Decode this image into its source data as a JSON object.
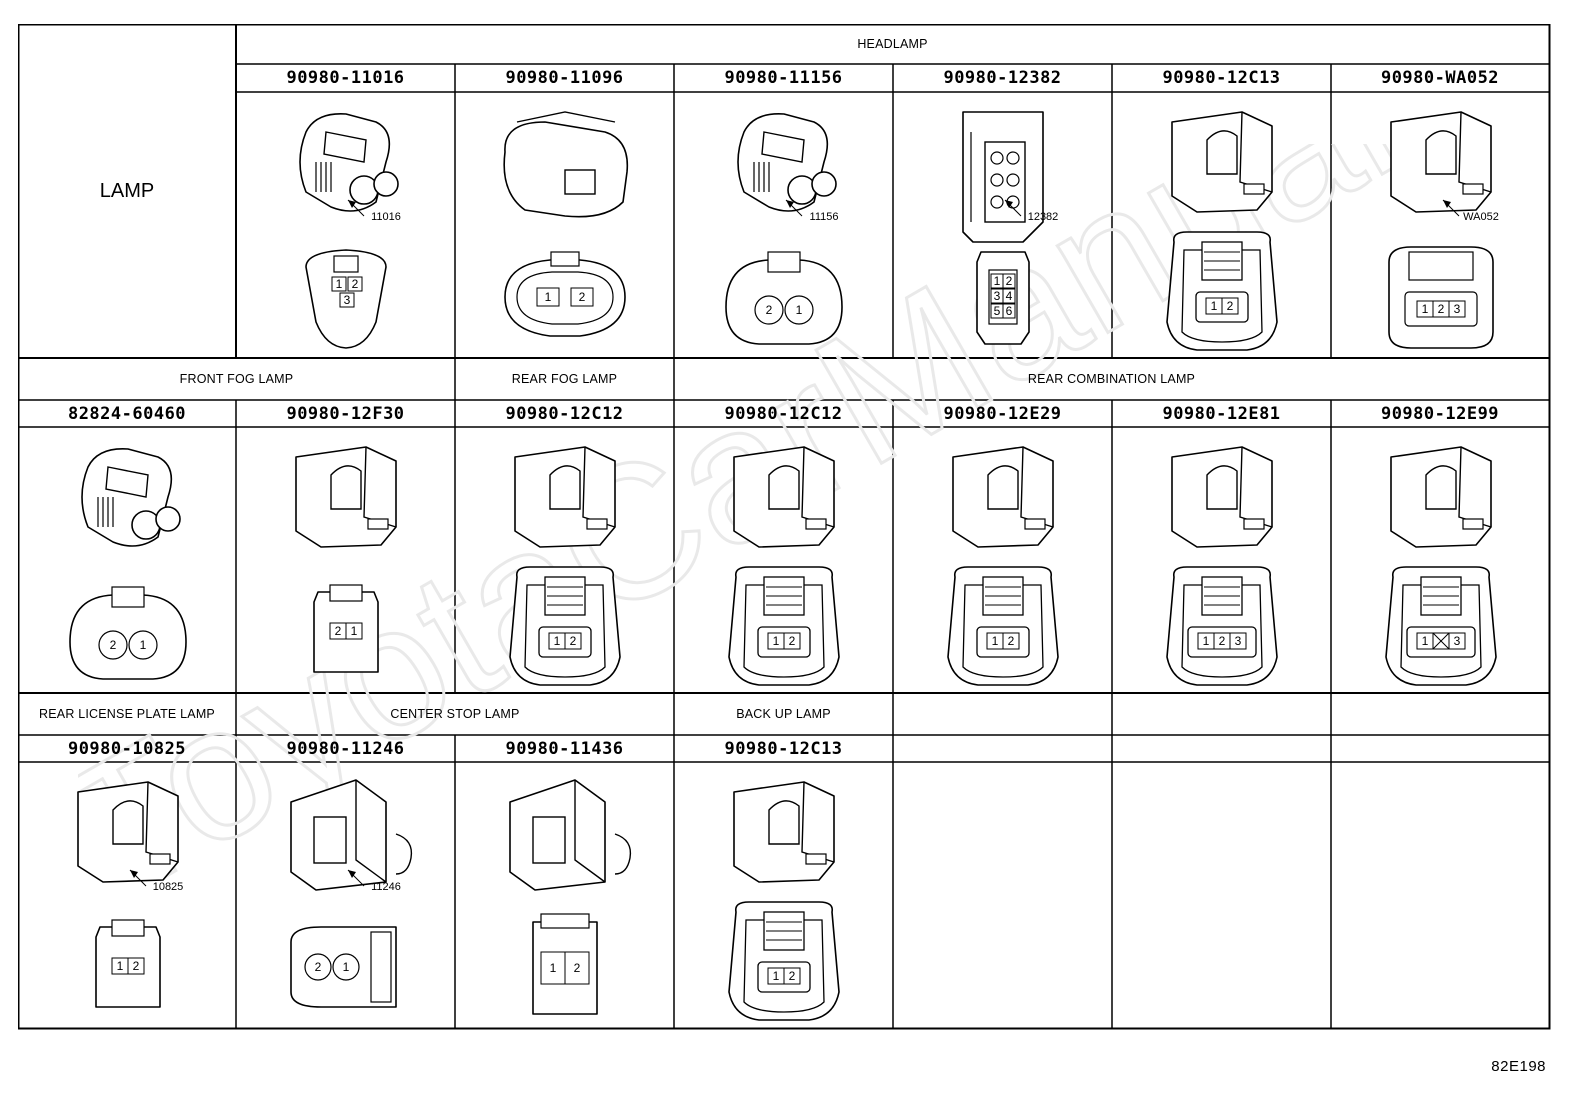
{
  "row_label": "LAMP",
  "sections": [
    {
      "id": "headlamp",
      "label": "HEADLAMP"
    },
    {
      "id": "front-fog",
      "label": "FRONT FOG LAMP"
    },
    {
      "id": "rear-fog",
      "label": "REAR FOG LAMP"
    },
    {
      "id": "rear-combination",
      "label": "REAR COMBINATION LAMP"
    },
    {
      "id": "rear-license",
      "label": "REAR LICENSE PLATE LAMP"
    },
    {
      "id": "center-stop",
      "label": "CENTER STOP LAMP"
    },
    {
      "id": "back-up",
      "label": "BACK UP LAMP"
    }
  ],
  "connectors": [
    {
      "part": "90980-11016",
      "callout": "11016",
      "style": "tri",
      "pins": [
        "1",
        "2",
        "3"
      ]
    },
    {
      "part": "90980-11096",
      "callout": "",
      "style": "oval2",
      "pins": [
        "1",
        "2"
      ]
    },
    {
      "part": "90980-11156",
      "callout": "11156",
      "style": "round2",
      "pins": [
        "2",
        "1"
      ]
    },
    {
      "part": "90980-12382",
      "callout": "12382",
      "style": "grid6",
      "pins": [
        "1",
        "2",
        "3",
        "4",
        "5",
        "6"
      ]
    },
    {
      "part": "90980-12C13",
      "callout": "",
      "style": "sealed",
      "pins": [
        "1",
        "2"
      ]
    },
    {
      "part": "90980-WA052",
      "callout": "WA052",
      "style": "box3",
      "pins": [
        "1",
        "2",
        "3"
      ]
    },
    {
      "part": "82824-60460",
      "callout": "",
      "style": "round2",
      "pins": [
        "2",
        "1"
      ]
    },
    {
      "part": "90980-12F30",
      "callout": "",
      "style": "small2",
      "pins": [
        "2",
        "1"
      ]
    },
    {
      "part": "90980-12C12",
      "callout": "",
      "style": "sealed",
      "pins": [
        "1",
        "2"
      ]
    },
    {
      "part": "90980-12C12",
      "callout": "",
      "style": "sealed",
      "pins": [
        "1",
        "2"
      ]
    },
    {
      "part": "90980-12E29",
      "callout": "",
      "style": "sealed",
      "pins": [
        "1",
        "2"
      ]
    },
    {
      "part": "90980-12E81",
      "callout": "",
      "style": "sealed3",
      "pins": [
        "1",
        "2",
        "3"
      ]
    },
    {
      "part": "90980-12E99",
      "callout": "",
      "style": "sealed3x",
      "pins": [
        "1",
        "",
        "3"
      ]
    },
    {
      "part": "90980-10825",
      "callout": "10825",
      "style": "small2",
      "pins": [
        "1",
        "2"
      ]
    },
    {
      "part": "90980-11246",
      "callout": "11246",
      "style": "round2side",
      "pins": [
        "2",
        "1"
      ]
    },
    {
      "part": "90980-11436",
      "callout": "",
      "style": "box2",
      "pins": [
        "1",
        "2"
      ]
    },
    {
      "part": "90980-12C13",
      "callout": "",
      "style": "sealed",
      "pins": [
        "1",
        "2"
      ]
    }
  ],
  "watermark": "ToyotaCarManuals",
  "sheet_code": "82E198"
}
